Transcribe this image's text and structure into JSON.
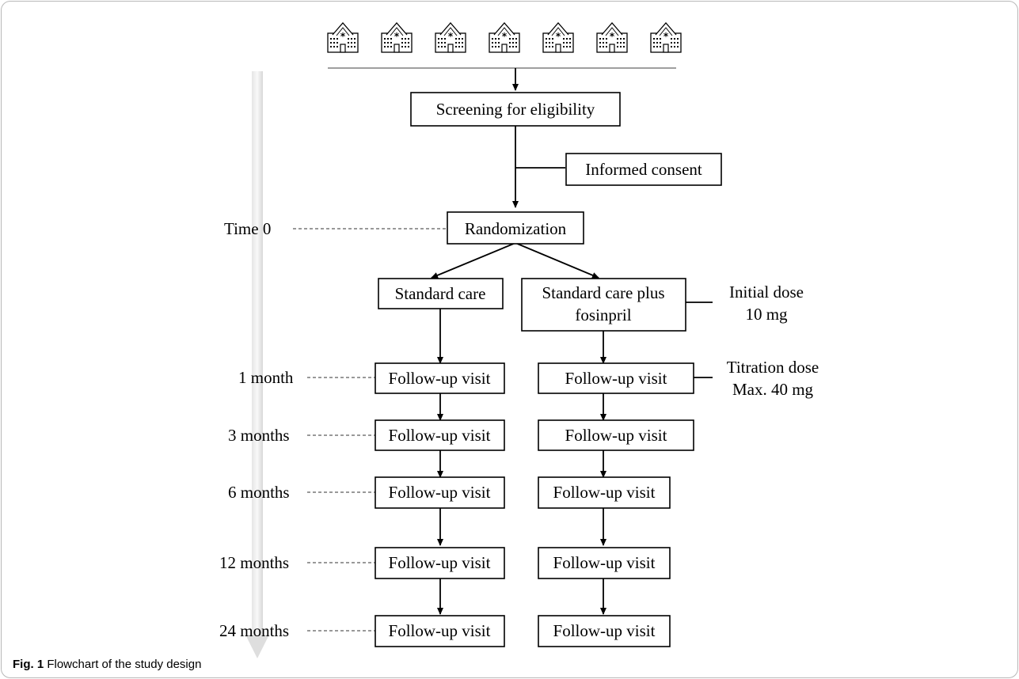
{
  "icons": [
    "hospital-icon",
    "hospital-icon",
    "hospital-icon",
    "hospital-icon",
    "hospital-icon",
    "hospital-icon",
    "hospital-icon"
  ],
  "nodes": {
    "screening": "Screening for eligibility",
    "consent": "Informed consent",
    "randomization": "Randomization",
    "standard_care": "Standard care",
    "plus_line1": "Standard care plus",
    "plus_line2": "fosinpril",
    "followup": "Follow-up visit"
  },
  "timepoints": [
    "Time 0",
    "1 month",
    "3 months",
    "6 months",
    "12 months",
    "24 months"
  ],
  "notes": {
    "initial_line1": "Initial dose",
    "initial_line2": "10 mg",
    "titration_line1": "Titration dose",
    "titration_line2": "Max. 40 mg"
  },
  "caption": {
    "label": "Fig. 1",
    "text": " Flowchart of the study design"
  }
}
